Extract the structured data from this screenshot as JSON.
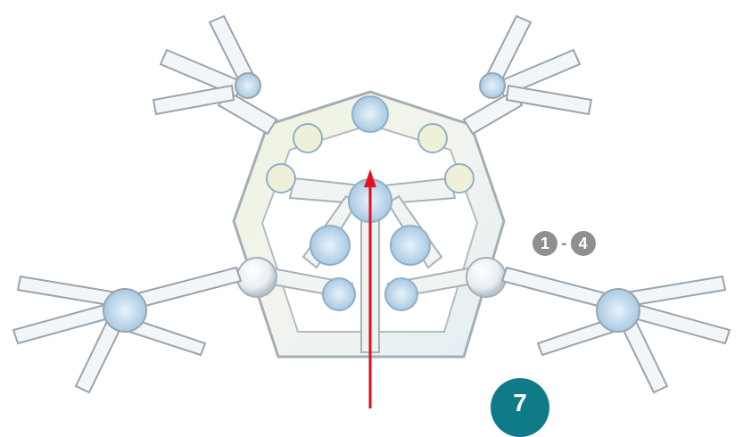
{
  "instruction": {
    "step_range": {
      "from": "1",
      "separator": "-",
      "to": "4"
    },
    "step_number": "7"
  },
  "colors": {
    "badge": "#0f7a88",
    "range_circle": "#8f8f8f",
    "arrow": "#e3101e",
    "part_white": "#f3f6f8",
    "part_outline": "#9aa3ab",
    "gear_blue": "#bcd8ee"
  }
}
